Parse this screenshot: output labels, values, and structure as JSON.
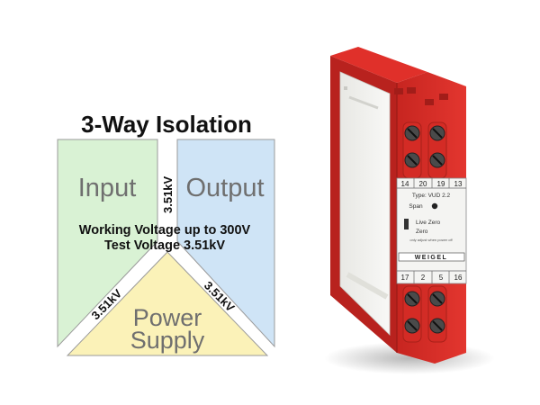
{
  "diagram": {
    "title": "3-Way Isolation",
    "input_label": "Input",
    "output_label": "Output",
    "power_label_line1": "Power",
    "power_label_line2": "Supply",
    "isolation_io": "3.51kV",
    "isolation_input_power": "3.51kV",
    "isolation_output_power": "3.51kV",
    "working_voltage": "Working Voltage up to 300V",
    "test_voltage": "Test Voltage 3.51kV",
    "colors": {
      "input_fill": "#d9f2d4",
      "output_fill": "#cfe4f6",
      "power_fill": "#fbf2b8"
    }
  },
  "device": {
    "terminals_top": [
      "14",
      "20",
      "19",
      "13"
    ],
    "terminals_bottom": [
      "17",
      "2",
      "5",
      "16"
    ],
    "type_label": "Type: VUD 2.2",
    "span_label": "Span",
    "live_zero_label": "Live Zero",
    "zero_label": "Zero",
    "adjust_note": "only adjust when power off",
    "brand": "WEIGEL",
    "colors": {
      "housing": "#e0302a",
      "housing_dark": "#b8221e",
      "side_panel": "#f4f4f1"
    }
  }
}
